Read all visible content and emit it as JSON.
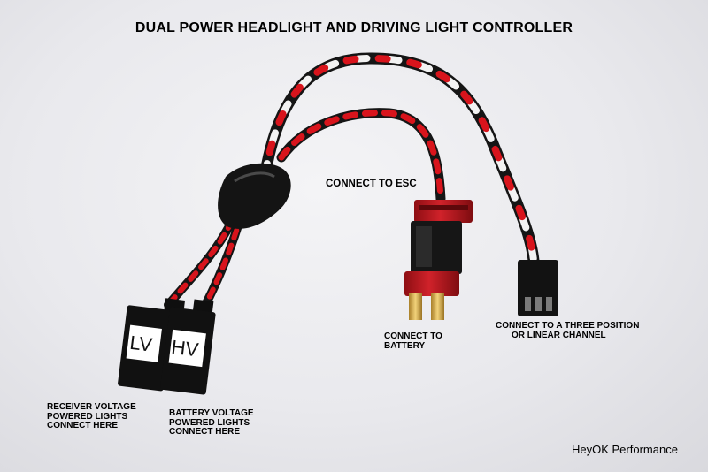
{
  "title": "DUAL POWER HEADLIGHT AND DRIVING LIGHT CONTROLLER",
  "labels": {
    "esc": "CONNECT TO ESC",
    "battery": [
      "CONNECT TO",
      "BATTERY"
    ],
    "channel": [
      "CONNECT TO A THREE POSITION",
      "OR LINEAR CHANNEL"
    ],
    "receiver": [
      "RECEIVER VOLTAGE",
      "POWERED LIGHTS",
      "CONNECT HERE"
    ],
    "battery_lights": [
      "BATTERY VOLTAGE",
      "POWERED LIGHTS",
      "CONNECT HERE"
    ]
  },
  "connector_tags": {
    "lv": "LV",
    "hv": "HV"
  },
  "brand": "HeyOK Performance",
  "colors": {
    "wire_red": "#d8141c",
    "wire_black": "#151515",
    "wire_white": "#f2f2f2",
    "deans_red": "#b8141a",
    "gold": "#d4a83a"
  }
}
